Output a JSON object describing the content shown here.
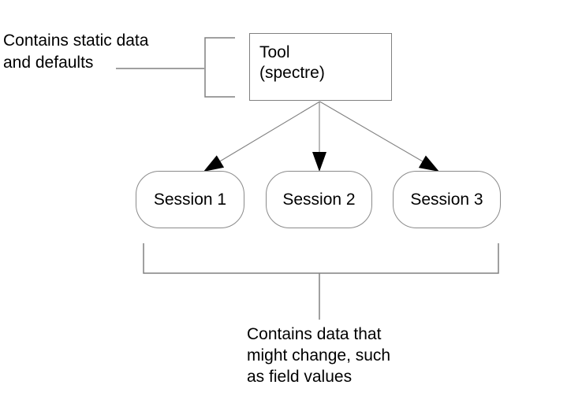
{
  "diagram": {
    "top_label": {
      "line1": "Contains static data",
      "line2": "and defaults"
    },
    "tool_box": {
      "line1": "Tool",
      "line2": "(spectre)"
    },
    "sessions": [
      {
        "label": "Session 1"
      },
      {
        "label": "Session 2"
      },
      {
        "label": "Session 3"
      }
    ],
    "bottom_label": {
      "line1": "Contains data that",
      "line2": "might change, such",
      "line3": "as field values"
    },
    "colors": {
      "background": "#ffffff",
      "line": "#808080",
      "node_border": "#8a8a8a",
      "text": "#000000",
      "arrowhead": "#000000"
    }
  }
}
